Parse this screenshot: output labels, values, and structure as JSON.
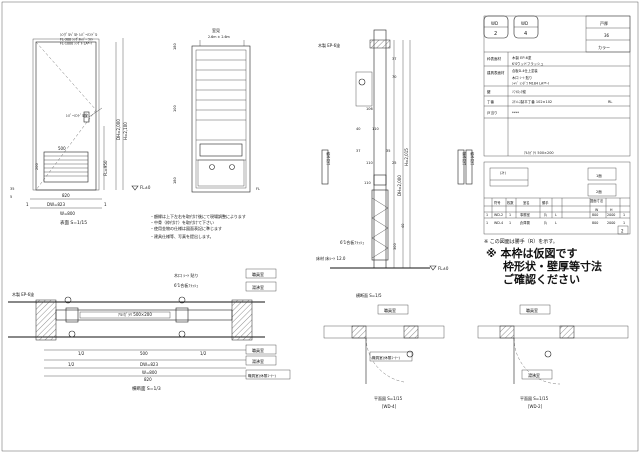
{
  "badges": {
    "wd2_top": "WD",
    "wd2_num": "2",
    "wd4_top": "WD",
    "wd4_num": "4"
  },
  "spec": {
    "col_head_1": "戸厚",
    "col_val_1": "36",
    "col_head_2": "カラー",
    "rows": [
      {
        "label": "枠表面材",
        "value": "木製 EP-6塗"
      },
      {
        "label": "",
        "value": "K'Sウッドフラッシュ"
      },
      {
        "label": "建具表面材",
        "value": "合板D-4仕上塗装"
      },
      {
        "label": "",
        "value": "木口 ｼｰﾄ 貼り"
      },
      {
        "label": "",
        "value": "ｼｬﾍﾞ ｼﾝﾀﾞﾗ M184 LA**-I"
      },
      {
        "label": "鍵",
        "value": "ｿﾌﾄﾛｯｸ錠"
      },
      {
        "label": "丁番",
        "value": "ｽﾃﾝﾚｽ製平丁番 102×102",
        "extra": "RL"
      },
      {
        "label": "戸当り",
        "value": "****"
      }
    ],
    "louver_note": "ｱﾙﾐｶﾞﾗﾘ 500×200"
  },
  "schedule": {
    "small_label": "(ｽｹ)",
    "header": [
      "符号",
      "枚数",
      "室名",
      "勝手",
      "図面寸法",
      "",
      "W",
      "H"
    ],
    "rows": [
      [
        "1",
        "WD-2",
        "1",
        "事務室",
        "片",
        "L",
        "800",
        "2000",
        "1"
      ],
      [
        "1",
        "WD-4",
        "1",
        "倉庫置",
        "片",
        "L",
        "800",
        "2000",
        "1"
      ]
    ],
    "side_labels": [
      "1面",
      "2面"
    ],
    "page": "2"
  },
  "notes_center": [
    "・額縁は上下左右を取付け後にて現場調整によります",
    "・中骨（枠付け）を取付けて下さい",
    "・使用金物の仕様は図面表記に準じます",
    "・建具仕様等、写真を提出します。"
  ],
  "notice": {
    "small": "※ この図面は勝手（R）を示す。",
    "line1": "※  本枠は仮図です",
    "line2": "枠形状・壁厚等寸法",
    "line3": "ご確認ください"
  },
  "elevation": {
    "callout_lines": [
      "ｼﾝｸﾞﾙﾍﾞﾙﾄ ﾚﾊﾞｰﾊﾝﾄﾞﾙ",
      "FL-300 ｼﾝｸﾞﾙﾚﾊﾞｰ ﾗｲﾄ",
      "FL-1000 ｼﾝｸﾞﾙ LA*-I"
    ],
    "lever_label": "ﾚﾊﾞｰﾊﾝﾄﾞﾙ錠",
    "dim_louver": "500",
    "dim_200": "200",
    "dim_fl950": "FL=950",
    "dim_dh": "DH=2,000",
    "dim_h": "H=2,100",
    "dim_820": "820",
    "dim_dw": "DW=823",
    "dim_w": "W=800",
    "dim_1": "1",
    "dim_1b": "1",
    "dim_fl0": "FL±0",
    "title": "表面 S=1/15",
    "mark_180": "180",
    "mark_35": "35",
    "mark_5": "5"
  },
  "interior": {
    "label_top": "室見",
    "label_sub": "2.6m ± 2.6m",
    "mark_100": "100",
    "mark_180": "180",
    "mark_fl": "FL"
  },
  "section": {
    "frame_label": "木製 EP-6塗",
    "glass_label": "6'1合板ﾌﾗｯｼｭ",
    "base_label": "床材 床ｼｰﾄ 12.0",
    "dims": [
      "37",
      "70",
      "110",
      "106",
      "40",
      "110",
      "37",
      "35",
      "25",
      "110",
      "300",
      "40"
    ],
    "dh": "DH=2,000",
    "h": "H=2,015",
    "fl": "FL±0",
    "side_labels": [
      "縦枠見付",
      "横枠見付",
      "縦枠見付"
    ]
  },
  "plan": {
    "frame_label": "木製 EP-6塗",
    "wood_label": "木口 ｼｰﾄ 貼り",
    "glass_label": "6'1合板ﾌﾗｯｼｭ",
    "louver_label": "ｱﾙﾐｶﾞﾗﾘ 500×200",
    "tags": [
      "職員室",
      "湯沸室",
      "職員室",
      "湯沸室",
      "職員室(休憩ｺｰﾅｰ)"
    ],
    "dims": [
      "1/2",
      "500",
      "1/2",
      "DW=823",
      "W=800",
      "820",
      "1/2"
    ],
    "title": "横断面 S=1/3"
  },
  "section_small": {
    "title": "横断面 S=1/5",
    "room_a": "職員室",
    "room_b": "職員室(休憩ｺｰﾅｰ)",
    "plan_a": "平面図 S=1/15",
    "plan_a_code": "[WD-4]",
    "room_c": "職員室",
    "room_d": "湯沸室",
    "plan_b": "平面図 S=1/15",
    "plan_b_code": "[WD-2]"
  }
}
